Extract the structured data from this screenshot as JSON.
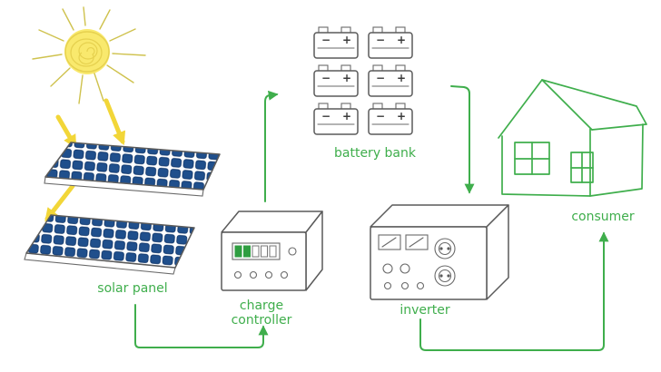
{
  "diagram": {
    "type": "flow",
    "nodes": {
      "solar_panel": {
        "label": "solar panel"
      },
      "charge_controller": {
        "label_line1": "charge",
        "label_line2": "controller"
      },
      "battery_bank": {
        "label": "battery bank"
      },
      "inverter": {
        "label": "inverter"
      },
      "consumer": {
        "label": "consumer"
      }
    },
    "battery": {
      "minus": "−",
      "plus": "+"
    },
    "connections": [
      {
        "from": "sun",
        "to": "solar_panel",
        "style": "yellow-arrow"
      },
      {
        "from": "solar_panel",
        "to": "charge_controller",
        "style": "green-arrow"
      },
      {
        "from": "charge_controller",
        "to": "battery_bank",
        "style": "green-arrow"
      },
      {
        "from": "battery_bank",
        "to": "inverter",
        "style": "green-arrow"
      },
      {
        "from": "inverter",
        "to": "consumer",
        "style": "green-arrow"
      }
    ],
    "colors": {
      "label_green": "#3fae4c",
      "arrow_green": "#3fae4c",
      "sun_yellow": "#f9e96d",
      "beam_yellow": "#f2d638",
      "panel_cell_blue": "#1f4f8c",
      "led_green": "#2f9e41",
      "outline_gray": "#5a5a5a"
    }
  }
}
